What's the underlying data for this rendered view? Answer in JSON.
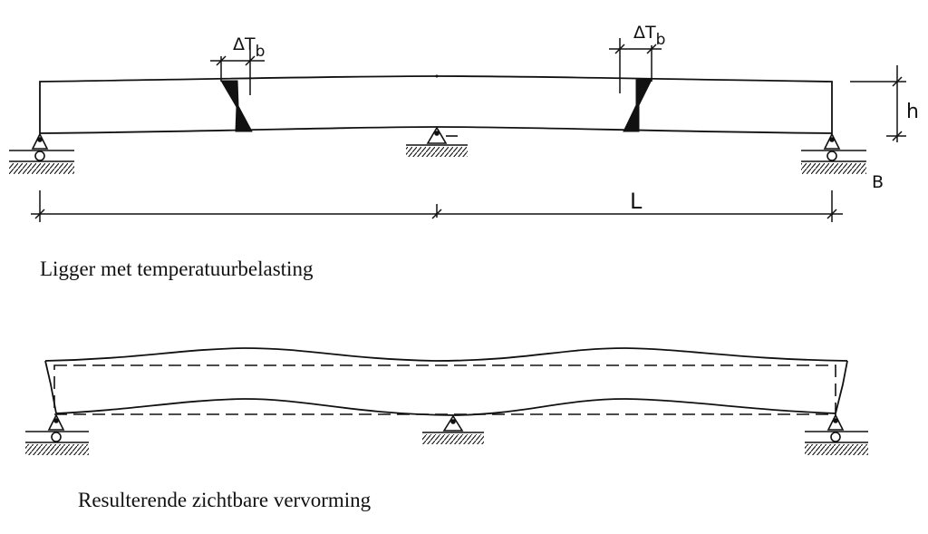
{
  "top_figure": {
    "caption": "Ligger met temperatuurbelasting",
    "labels": {
      "delta_t_left": "ΔT",
      "delta_t_left_sub": "b",
      "delta_t_right": "ΔT",
      "delta_t_right_sub": "b",
      "height": "h",
      "support_b": "B",
      "span": "L"
    }
  },
  "bottom_figure": {
    "caption": "Resulterende zichtbare vervorming"
  }
}
